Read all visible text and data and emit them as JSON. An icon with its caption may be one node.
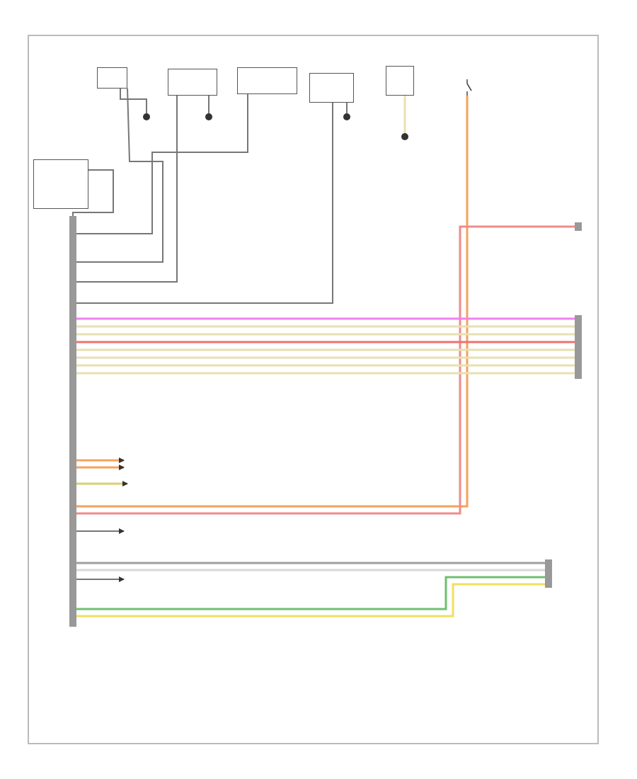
{
  "diagram": {
    "nodes": [
      {
        "text": [],
        "shape": "box"
      },
      {
        "text": [],
        "shape": "box"
      },
      {
        "text": [],
        "shape": "box"
      },
      {
        "text": [],
        "shape": "box"
      },
      {
        "text": [],
        "shape": "box"
      },
      {
        "text": [],
        "shape": "box"
      },
      {
        "text": [],
        "shape": "bar"
      },
      {
        "text": [],
        "shape": "switch"
      },
      {
        "text": [],
        "shape": "bar"
      },
      {
        "text": [],
        "shape": "bar"
      },
      {
        "text": [],
        "shape": "bar"
      },
      {
        "text": [],
        "shape": "circle"
      },
      {
        "text": [],
        "shape": "circle"
      },
      {
        "text": [],
        "shape": "circle"
      },
      {
        "text": [],
        "shape": "circle"
      }
    ],
    "edges": [
      {
        "from": 0,
        "to": 6,
        "arrow": "none"
      },
      {
        "from": 1,
        "to": 6,
        "arrow": "none"
      },
      {
        "from": 2,
        "to": 6,
        "arrow": "none"
      },
      {
        "from": 3,
        "to": 6,
        "arrow": "none"
      },
      {
        "from": 5,
        "to": 6,
        "arrow": "none"
      },
      {
        "from": 7,
        "to": 6,
        "arrow": "none",
        "color": "#f5a25c"
      },
      {
        "from": 6,
        "to": 9,
        "arrow": "none",
        "color": "#f08a8a"
      },
      {
        "from": 6,
        "to": 8,
        "arrow": "none",
        "color": "#f080f0"
      },
      {
        "from": 6,
        "to": 8,
        "arrow": "none",
        "color": "#e8e0b0"
      },
      {
        "from": 6,
        "to": 8,
        "arrow": "none",
        "color": "#e8e0b0"
      },
      {
        "from": 6,
        "to": 8,
        "arrow": "none",
        "color": "#f07070"
      },
      {
        "from": 6,
        "to": 8,
        "arrow": "none",
        "color": "#e8e0b0"
      },
      {
        "from": 6,
        "to": 8,
        "arrow": "none",
        "color": "#e8e0b0"
      },
      {
        "from": 6,
        "to": 8,
        "arrow": "none",
        "color": "#e8e0b0"
      },
      {
        "from": 6,
        "to": 8,
        "arrow": "none",
        "color": "#e8e0b0"
      },
      {
        "from": 6,
        "to": 10,
        "arrow": "none",
        "color": "#a0a0a0"
      },
      {
        "from": 6,
        "to": 10,
        "arrow": "none",
        "color": "#d8d8d8"
      },
      {
        "from": 6,
        "to": 10,
        "arrow": "none",
        "color": "#70c070"
      },
      {
        "from": 6,
        "to": 10,
        "arrow": "none",
        "color": "#f0e060"
      },
      {
        "from": 0,
        "to": 11,
        "arrow": "none"
      },
      {
        "from": 1,
        "to": 12,
        "arrow": "none"
      },
      {
        "from": 3,
        "to": 13,
        "arrow": "none"
      },
      {
        "from": 4,
        "to": 14,
        "arrow": "none",
        "color": "#e8e0b0"
      },
      {
        "from": 6,
        "to": null,
        "arrow": "to",
        "color": "#f5a25c"
      },
      {
        "from": 6,
        "to": null,
        "arrow": "to",
        "color": "#f5a25c"
      },
      {
        "from": 6,
        "to": null,
        "arrow": "to",
        "color": "#d8d070"
      },
      {
        "from": 6,
        "to": null,
        "arrow": "to"
      },
      {
        "from": 6,
        "to": null,
        "arrow": "to"
      }
    ]
  }
}
